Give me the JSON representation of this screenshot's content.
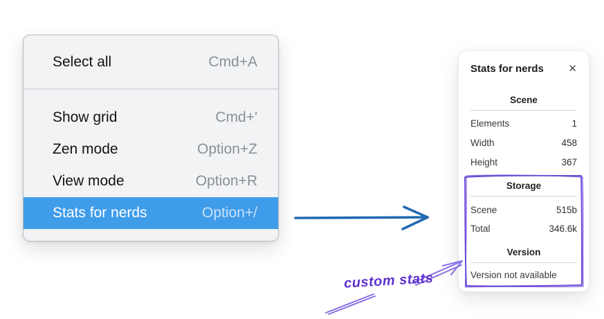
{
  "menu": {
    "top_item": {
      "label": "Select all",
      "shortcut": "Cmd+A"
    },
    "items": [
      {
        "label": "Show grid",
        "shortcut": "Cmd+'"
      },
      {
        "label": "Zen mode",
        "shortcut": "Option+Z"
      },
      {
        "label": "View mode",
        "shortcut": "Option+R"
      },
      {
        "label": "Stats for nerds",
        "shortcut": "Option+/"
      }
    ],
    "highlighted_item": "Stats for nerds"
  },
  "stats_panel": {
    "title": "Stats for nerds",
    "close_icon": "✕",
    "sections": [
      {
        "heading": "Scene",
        "rows": [
          {
            "label": "Elements",
            "value": "1"
          },
          {
            "label": "Width",
            "value": "458"
          },
          {
            "label": "Height",
            "value": "367"
          }
        ]
      },
      {
        "heading": "Storage",
        "rows": [
          {
            "label": "Scene",
            "value": "515b"
          },
          {
            "label": "Total",
            "value": "346.6k"
          }
        ]
      },
      {
        "heading": "Version",
        "note": "Version not available"
      }
    ]
  },
  "annotation": {
    "label": "custom stats"
  },
  "colors": {
    "menu_highlight": "#3f9ce9",
    "arrow_blue": "#2269b2",
    "box_purple": "#6a49d8",
    "annotation_arrow_purple": "#8a6fe3",
    "annotation_text_purple": "#5e30cf"
  }
}
